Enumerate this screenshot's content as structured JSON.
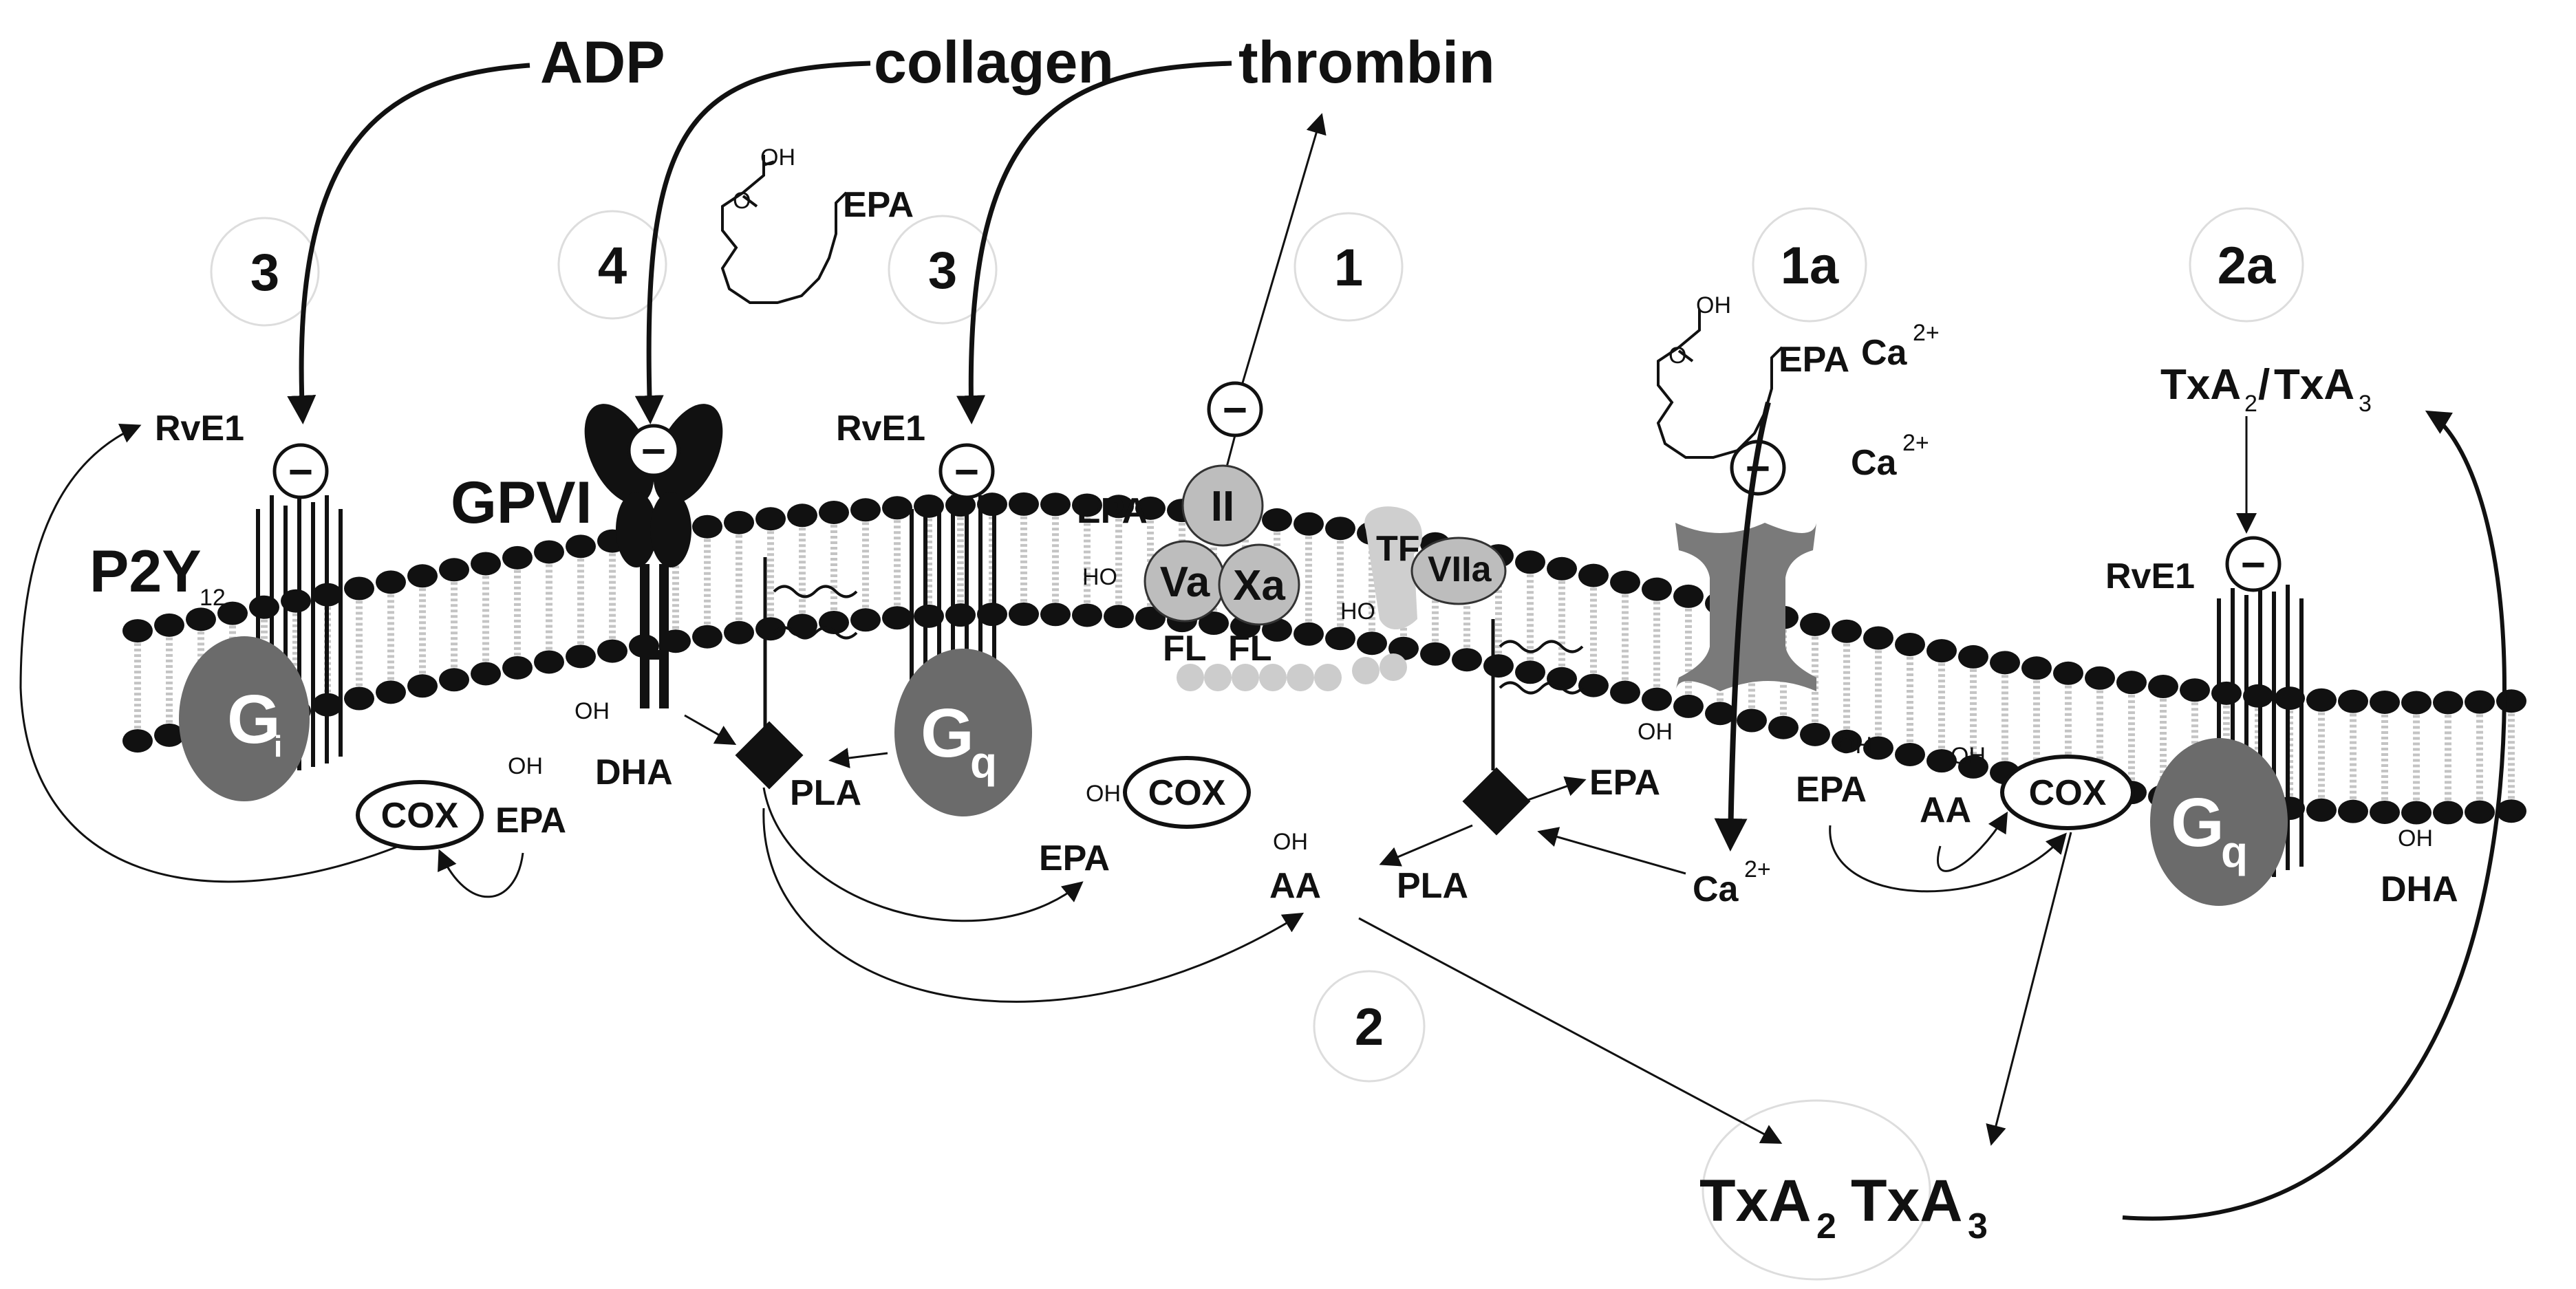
{
  "labels": {
    "adp": "ADP",
    "collagen": "collagen",
    "thrombin": "thrombin",
    "epa": "EPA",
    "dha": "DHA",
    "aa": "AA",
    "pla": "PLA",
    "cox": "COX",
    "rve1": "RvE1",
    "gpvi": "GPVI",
    "p2y": "P2Y",
    "p2y_sub": "12",
    "gi": "G",
    "gi_sub": "i",
    "gq": "G",
    "gq_sub": "q",
    "tx": "TxA",
    "tx_sub2": "2",
    "tx_sub3": "3",
    "tx_slash": "/",
    "ca": "Ca",
    "ca_sup": "2+",
    "factor_ii": "II",
    "factor_va": "Va",
    "factor_xa": "Xa",
    "factor_tf": "TF",
    "factor_viia": "VIIa",
    "fl": "FL",
    "minus": "−",
    "oh": "OH",
    "o": "O",
    "ho": "HO"
  },
  "step_numbers": [
    "3",
    "4",
    "3",
    "1",
    "1a",
    "2a",
    "2"
  ],
  "colors": {
    "membrane_head": "#111111",
    "g_protein": "#6b6b6b",
    "g_protein_text": "#ffffff",
    "factor_fill": "#bdbdbd",
    "ion_channel": "#7a7a7a",
    "step_circle": "#dddddd"
  }
}
